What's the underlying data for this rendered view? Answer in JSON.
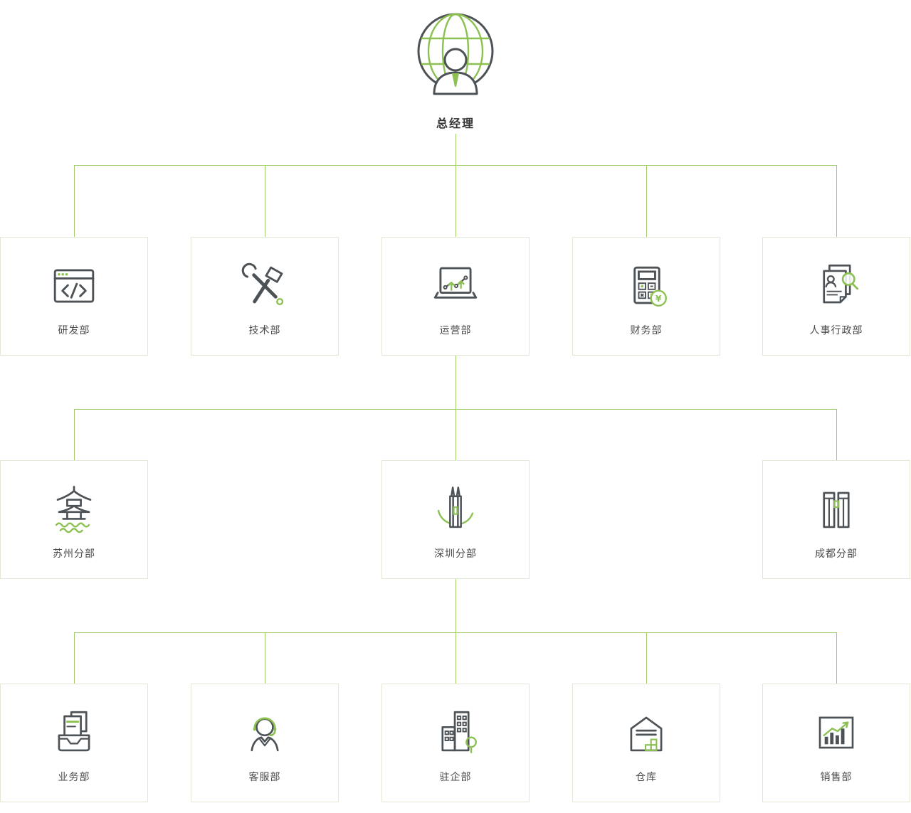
{
  "org": {
    "root": {
      "label": "总经理",
      "icon": "globe-manager-icon"
    },
    "level1": [
      {
        "label": "研发部",
        "icon": "code-window-icon"
      },
      {
        "label": "技术部",
        "icon": "wrench-hammer-icon"
      },
      {
        "label": "运营部",
        "icon": "laptop-chart-icon"
      },
      {
        "label": "财务部",
        "icon": "calculator-yuan-icon"
      },
      {
        "label": "人事行政部",
        "icon": "resume-search-icon"
      }
    ],
    "level2": [
      {
        "label": "苏州分部",
        "icon": "pagoda-water-icon"
      },
      {
        "label": "深圳分部",
        "icon": "skyscraper-icon"
      },
      {
        "label": "成都分部",
        "icon": "twin-towers-icon"
      }
    ],
    "level3": [
      {
        "label": "业务部",
        "icon": "documents-tray-icon"
      },
      {
        "label": "客服部",
        "icon": "customer-service-icon"
      },
      {
        "label": "驻企部",
        "icon": "office-tree-icon"
      },
      {
        "label": "仓库",
        "icon": "warehouse-icon"
      },
      {
        "label": "销售部",
        "icon": "growth-chart-icon"
      }
    ],
    "colors": {
      "accent_green": "#8cc152",
      "line_green": "#a0cd68",
      "icon_dark": "#4d5256",
      "node_border": "#e2e8d6",
      "text": "#4a4a4a"
    }
  }
}
